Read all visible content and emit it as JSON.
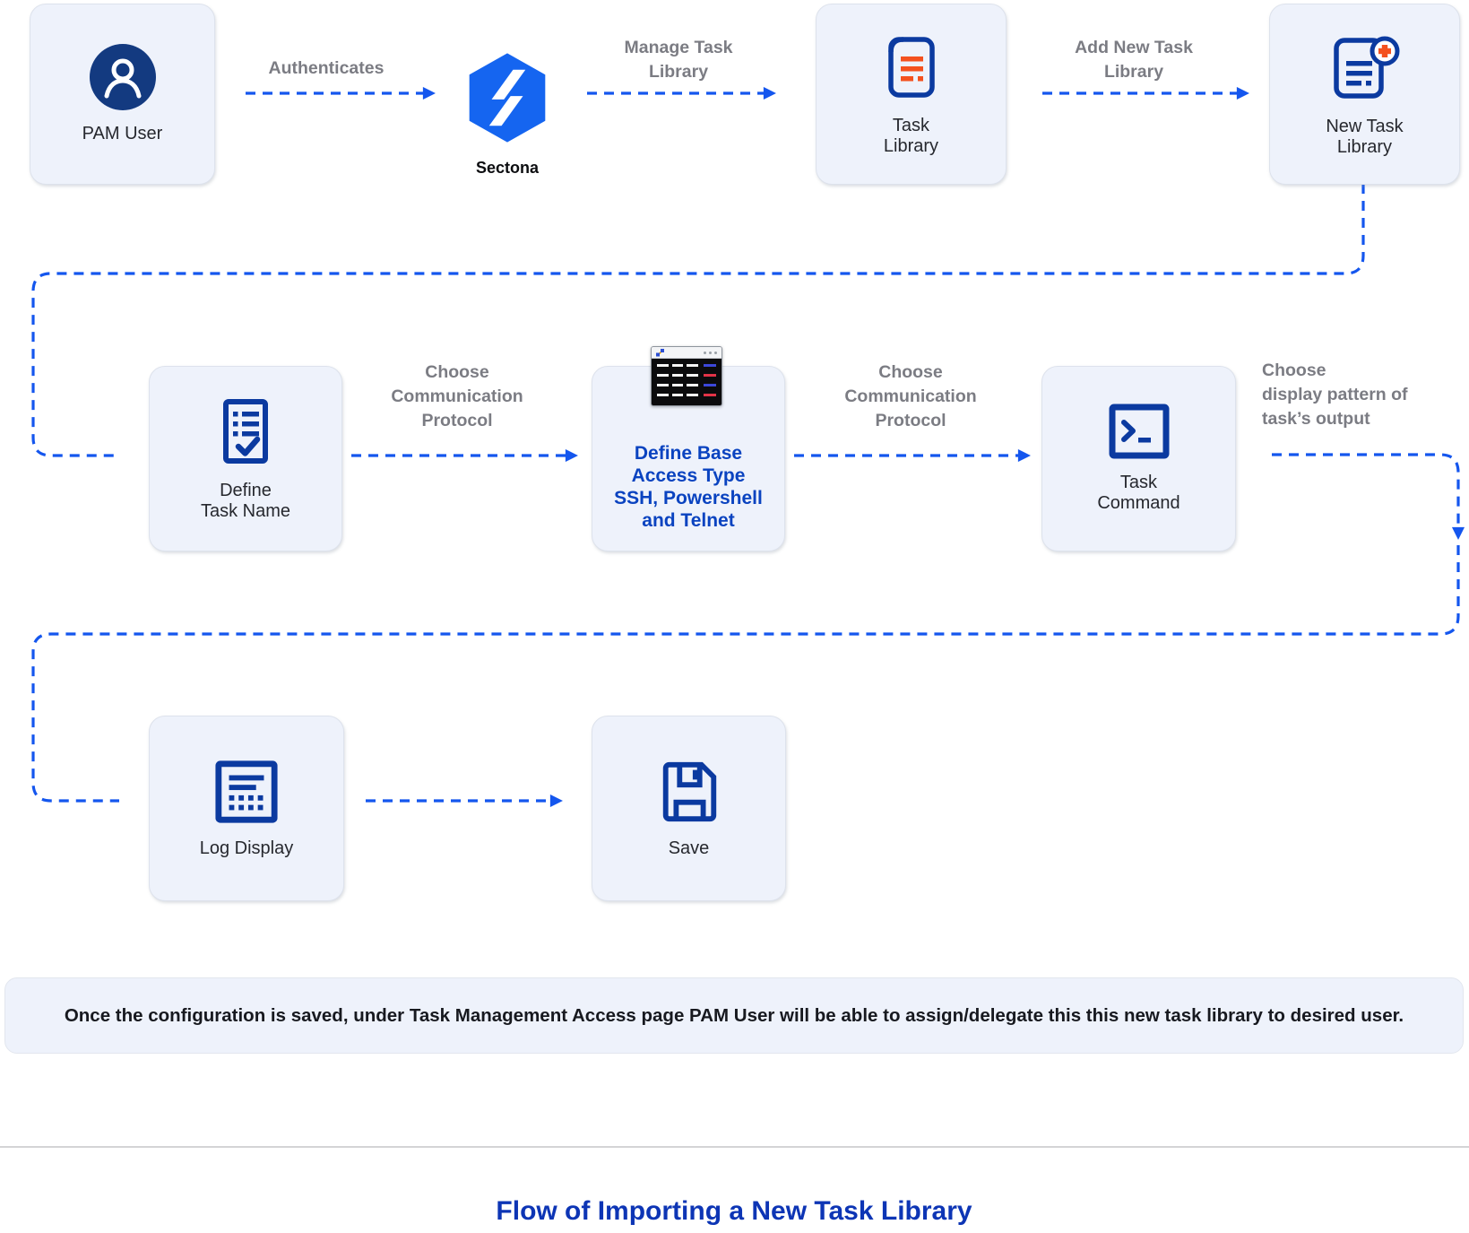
{
  "diagram_title": "Flow of Importing a New Task Library",
  "note": "Once the configuration is saved, under Task Management Access page PAM User will be able to assign/delegate this this new task library to desired user.",
  "nodes": {
    "pam_user": {
      "label": "PAM User",
      "icon": "user-icon"
    },
    "sectona": {
      "label": "Sectona",
      "icon": "sectona-hexagon-bolt-icon"
    },
    "task_library": {
      "label": "Task\nLibrary",
      "icon": "document-lines-icon"
    },
    "new_task_library": {
      "label": "New Task\nLibrary",
      "icon": "document-add-icon"
    },
    "define_task_name": {
      "label": "Define\nTask Name",
      "icon": "checklist-document-icon"
    },
    "define_base_access": {
      "label": "Define Base\nAccess Type\nSSH, Powershell\nand Telnet",
      "icon": "terminal-window-image"
    },
    "task_command": {
      "label": "Task\nCommand",
      "icon": "terminal-prompt-icon"
    },
    "log_display": {
      "label": "Log Display",
      "icon": "log-grid-icon"
    },
    "save": {
      "label": "Save",
      "icon": "floppy-disk-icon"
    }
  },
  "edges": {
    "authenticates": {
      "label": "Authenticates"
    },
    "manage_task_library": {
      "label": "Manage Task\nLibrary"
    },
    "add_new_task_library": {
      "label": "Add New Task\nLibrary"
    },
    "choose_protocol_1": {
      "label": "Choose\nCommunication\nProtocol"
    },
    "choose_protocol_2": {
      "label": "Choose\nCommunication\nProtocol"
    },
    "choose_display_pattern": {
      "label": "Choose\ndisplay pattern of\ntask’s output"
    }
  },
  "colors": {
    "connector_blue": "#1456ee",
    "brand_hexagon_blue": "#1565f0",
    "icon_navy": "#0b3aa0",
    "user_circle_navy": "#133a80",
    "accent_orange": "#f4511e",
    "node_fill": "#eef2fb",
    "edge_label_gray": "#7b7c83",
    "define_base_text_blue": "#0a43c0",
    "title_blue": "#0d35b5"
  }
}
